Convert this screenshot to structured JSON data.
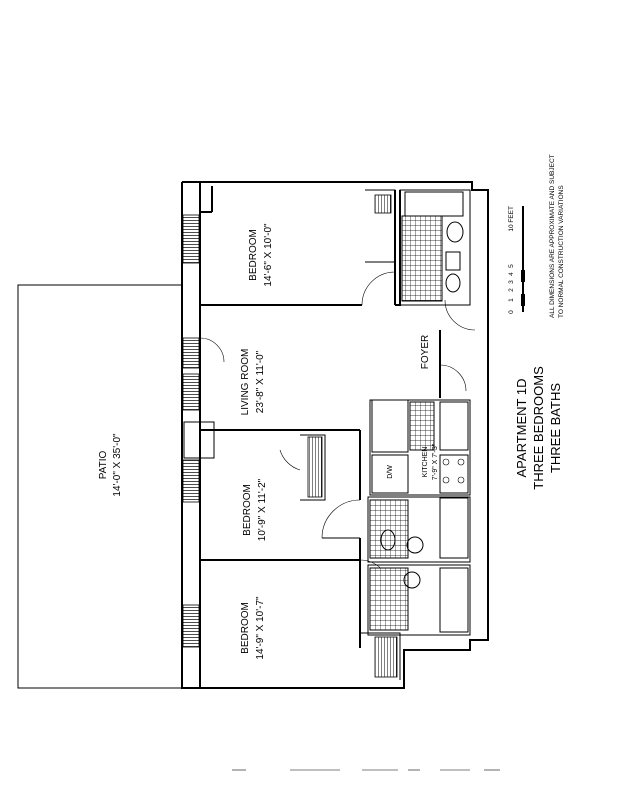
{
  "plan": {
    "title": "APARTMENT 1D",
    "subtitle1": "THREE BEDROOMS",
    "subtitle2": "THREE BATHS",
    "scale_end": "10 FEET",
    "scale_ticks": [
      "0",
      "1",
      "2",
      "3",
      "4",
      "5"
    ],
    "note1": "ALL DIMENSIONS ARE APPROXIMATE AND SUBJECT",
    "note2": "TO NORMAL CONSTRUCTION VARIATIONS"
  },
  "rooms": {
    "patio": {
      "name": "PATIO",
      "dims": "14'-0\" X 35'-0\""
    },
    "bedroom_top": {
      "name": "BEDROOM",
      "dims": "14'-6\" X 10'-0\""
    },
    "living": {
      "name": "LIVING ROOM",
      "dims": "23'-8\" X 11'-0\""
    },
    "bedroom_mid": {
      "name": "BEDROOM",
      "dims": "10'-9\" X 11'-2\""
    },
    "bedroom_bottom": {
      "name": "BEDROOM",
      "dims": "14'-9\" X 10'-7\""
    },
    "foyer": {
      "name": "FOYER"
    },
    "kitchen": {
      "name": "KITCHEN",
      "dims": "7'-9\" X 7'-3\""
    },
    "dw": "D/W"
  }
}
